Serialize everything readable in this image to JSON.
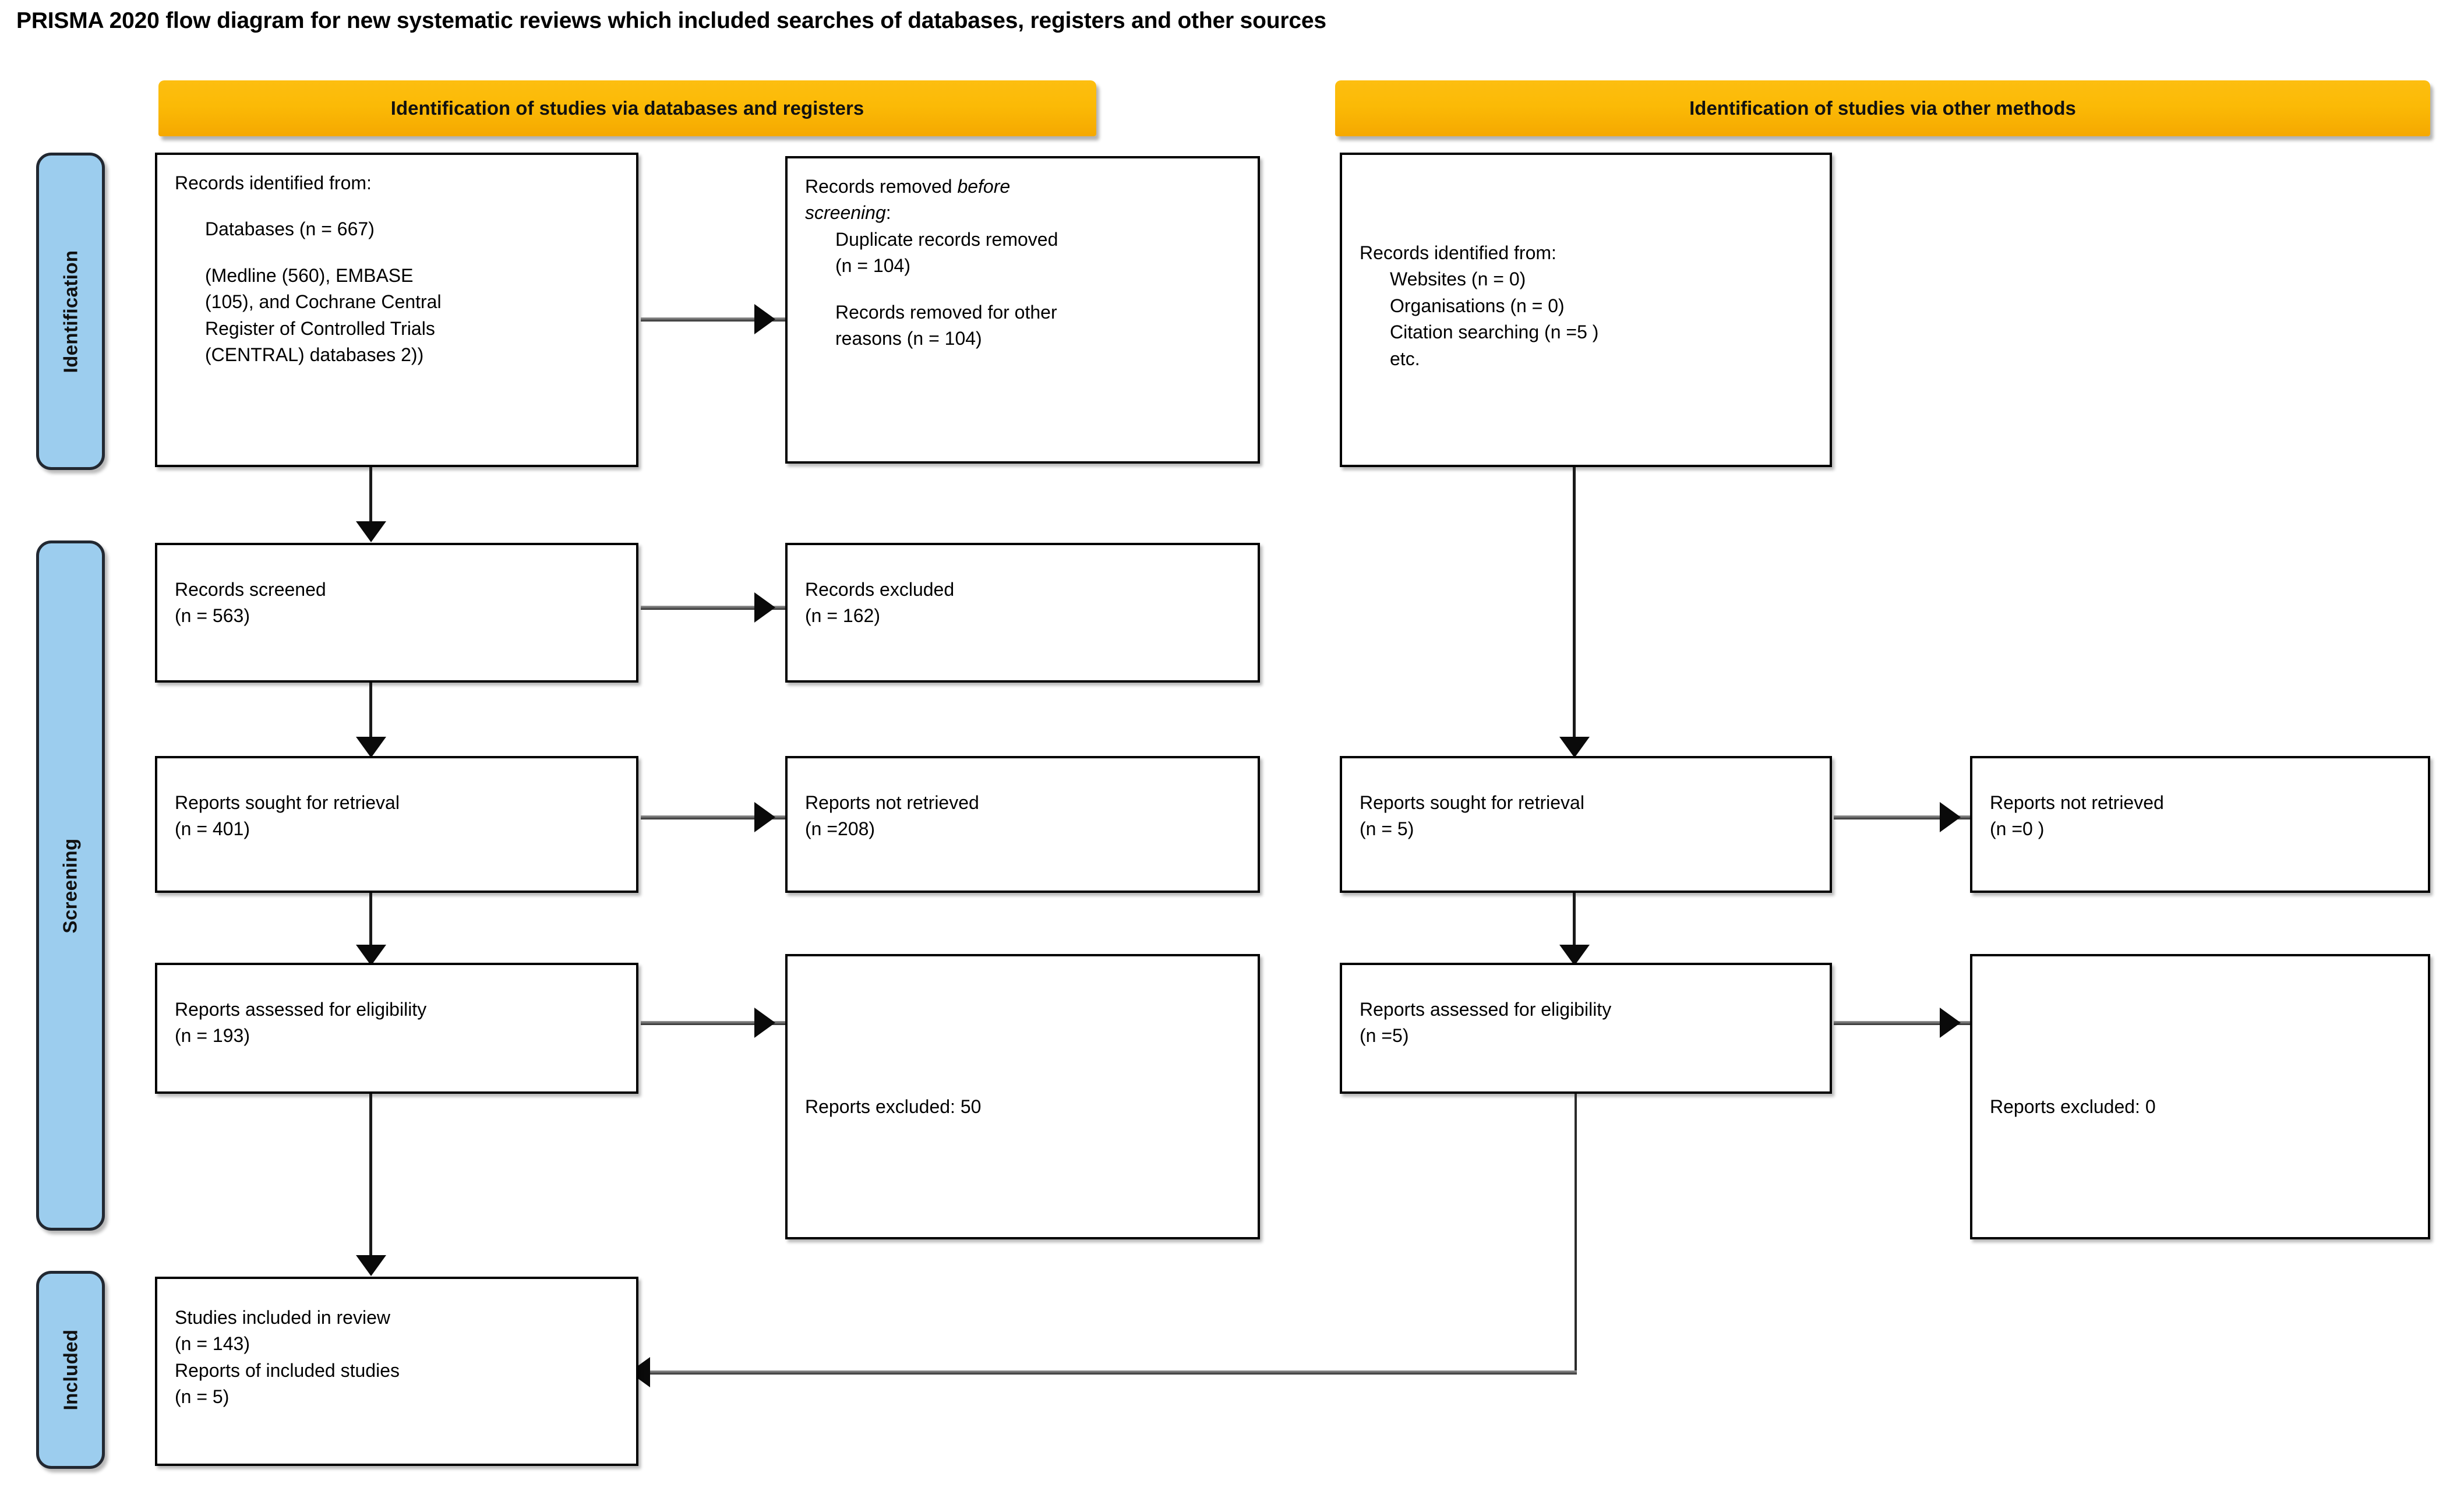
{
  "title": "PRISMA 2020 flow diagram for new systematic reviews which included searches of databases, registers and other sources",
  "colors": {
    "banner": "#FBBA06",
    "stage_tab": "#9CCDEE",
    "box_border": "#000000",
    "connector": "#2b2b2b"
  },
  "banners": {
    "databases": "Identification of studies via databases and registers",
    "other_methods": "Identification of studies via other methods"
  },
  "stages": {
    "identification": "Identification",
    "screening": "Screening",
    "included": "Included"
  },
  "boxes": {
    "records_identified_db": {
      "line1": "Records identified from:",
      "line2": "Databases (n = 667)",
      "line3": "(Medline (560), EMBASE\n(105), and Cochrane Central\nRegister of Controlled Trials\n(CENTRAL) databases 2))"
    },
    "records_removed": {
      "line1_a": "Records removed ",
      "line1_b": "before",
      "line2_italic": "screening",
      "line2_colon": ":",
      "line3": "Duplicate records removed\n(n = 104)",
      "line4": "Records removed for other\nreasons (n = 104)"
    },
    "records_identified_other": {
      "line1": "Records identified from:",
      "line2": "Websites (n = 0)",
      "line3": "Organisations (n = 0)",
      "line4": "Citation searching (n =5 )",
      "line5": "etc."
    },
    "records_screened": {
      "line1": "Records screened",
      "line2": "(n = 563)"
    },
    "records_excluded": {
      "line1": "Records excluded",
      "line2": "(n = 162)"
    },
    "reports_sought_db": {
      "line1": "Reports sought for retrieval",
      "line2": "(n = 401)"
    },
    "reports_not_retrieved_db": {
      "line1": "Reports not retrieved",
      "line2": "(n =208)"
    },
    "reports_sought_other": {
      "line1": "Reports sought for retrieval",
      "line2": "(n = 5)"
    },
    "reports_not_retrieved_other": {
      "line1": "Reports not retrieved",
      "line2": "(n =0 )"
    },
    "reports_assessed_db": {
      "line1": "Reports assessed for eligibility",
      "line2": "(n = 193)"
    },
    "reports_excluded_db": {
      "line1": "Reports excluded: 50"
    },
    "reports_assessed_other": {
      "line1": "Reports assessed for eligibility",
      "line2": "(n =5)"
    },
    "reports_excluded_other": {
      "line1": "Reports excluded: 0"
    },
    "studies_included": {
      "line1": "Studies included in review",
      "line2": "(n = 143)",
      "line3": "Reports of included studies",
      "line4": "(n = 5)"
    }
  },
  "chart_data": {
    "type": "diagram",
    "diagram_kind": "PRISMA 2020 flow diagram",
    "columns": [
      "Identification of studies via databases and registers",
      "Identification of studies via other methods"
    ],
    "stages": [
      "Identification",
      "Screening",
      "Included"
    ],
    "nodes": [
      {
        "id": "records_identified_db",
        "stage": "Identification",
        "column": 1,
        "label": "Records identified from: Databases (n = 667) (Medline (560), EMBASE (105), and Cochrane Central Register of Controlled Trials (CENTRAL) databases 2))",
        "n": 667
      },
      {
        "id": "records_removed",
        "stage": "Identification",
        "column": 1,
        "label": "Records removed before screening: Duplicate records removed (n = 104); Records removed for other reasons (n = 104)",
        "duplicates_removed": 104,
        "other_reasons_removed": 104
      },
      {
        "id": "records_identified_other",
        "stage": "Identification",
        "column": 2,
        "label": "Records identified from: Websites (n = 0), Organisations (n = 0), Citation searching (n =5 ), etc.",
        "websites": 0,
        "organisations": 0,
        "citation_searching": 5
      },
      {
        "id": "records_screened",
        "stage": "Screening",
        "column": 1,
        "label": "Records screened",
        "n": 563
      },
      {
        "id": "records_excluded",
        "stage": "Screening",
        "column": 1,
        "label": "Records excluded",
        "n": 162
      },
      {
        "id": "reports_sought_db",
        "stage": "Screening",
        "column": 1,
        "label": "Reports sought for retrieval",
        "n": 401
      },
      {
        "id": "reports_not_retrieved_db",
        "stage": "Screening",
        "column": 1,
        "label": "Reports not retrieved",
        "n": 208
      },
      {
        "id": "reports_assessed_db",
        "stage": "Screening",
        "column": 1,
        "label": "Reports assessed for eligibility",
        "n": 193
      },
      {
        "id": "reports_excluded_db",
        "stage": "Screening",
        "column": 1,
        "label": "Reports excluded",
        "n": 50
      },
      {
        "id": "reports_sought_other",
        "stage": "Screening",
        "column": 2,
        "label": "Reports sought for retrieval",
        "n": 5
      },
      {
        "id": "reports_not_retrieved_other",
        "stage": "Screening",
        "column": 2,
        "label": "Reports not retrieved",
        "n": 0
      },
      {
        "id": "reports_assessed_other",
        "stage": "Screening",
        "column": 2,
        "label": "Reports assessed for eligibility",
        "n": 5
      },
      {
        "id": "reports_excluded_other",
        "stage": "Screening",
        "column": 2,
        "label": "Reports excluded",
        "n": 0
      },
      {
        "id": "studies_included",
        "stage": "Included",
        "column": 1,
        "label": "Studies included in review (n = 143); Reports of included studies (n = 5)",
        "studies": 143,
        "reports": 5
      }
    ],
    "edges": [
      {
        "from": "records_identified_db",
        "to": "records_removed",
        "direction": "right"
      },
      {
        "from": "records_identified_db",
        "to": "records_screened",
        "direction": "down"
      },
      {
        "from": "records_screened",
        "to": "records_excluded",
        "direction": "right"
      },
      {
        "from": "records_screened",
        "to": "reports_sought_db",
        "direction": "down"
      },
      {
        "from": "reports_sought_db",
        "to": "reports_not_retrieved_db",
        "direction": "right"
      },
      {
        "from": "reports_sought_db",
        "to": "reports_assessed_db",
        "direction": "down"
      },
      {
        "from": "reports_assessed_db",
        "to": "reports_excluded_db",
        "direction": "right"
      },
      {
        "from": "reports_assessed_db",
        "to": "studies_included",
        "direction": "down"
      },
      {
        "from": "records_identified_other",
        "to": "reports_sought_other",
        "direction": "down"
      },
      {
        "from": "reports_sought_other",
        "to": "reports_not_retrieved_other",
        "direction": "right"
      },
      {
        "from": "reports_sought_other",
        "to": "reports_assessed_other",
        "direction": "down"
      },
      {
        "from": "reports_assessed_other",
        "to": "reports_excluded_other",
        "direction": "right"
      },
      {
        "from": "reports_assessed_other",
        "to": "studies_included",
        "direction": "down-left"
      }
    ]
  }
}
